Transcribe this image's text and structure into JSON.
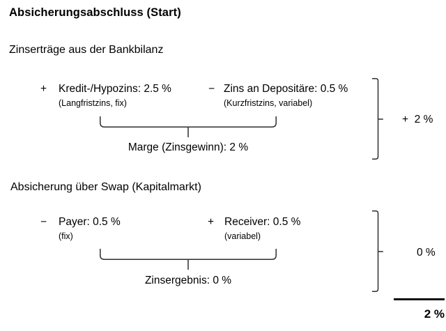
{
  "page": {
    "title": "Absicherungsabschluss (Start)"
  },
  "section_bank": {
    "heading": "Zinserträge aus der Bankbilanz",
    "items": [
      {
        "sign": "+",
        "label": "Kredit-/Hypozins: 2.5 %",
        "note": "(Langfristzins, fix)"
      },
      {
        "sign": "−",
        "label": "Zins an Depositäre: 0.5 %",
        "note": "(Kurzfristzins, variabel)"
      }
    ],
    "result_label": "Marge (Zinsgewinn): 2 %",
    "bracket_value": "+  2 %"
  },
  "section_swap": {
    "heading": "Absicherung über Swap (Kapitalmarkt)",
    "items": [
      {
        "sign": "−",
        "label": "Payer: 0.5 %",
        "note": "(fix)"
      },
      {
        "sign": "+",
        "label": "Receiver: 0.5 %",
        "note": "(variabel)"
      }
    ],
    "result_label": "Zinsergebnis: 0 %",
    "bracket_value": "0 %"
  },
  "total": {
    "value": "2 %"
  },
  "colors": {
    "text": "#000000",
    "line": "#2e2e2e",
    "sum_line": "#111111"
  },
  "icons": {
    "underbrace": "underbrace-shape",
    "right_brace": "right-brace-shape",
    "sum_line": "sum-line-rule"
  }
}
